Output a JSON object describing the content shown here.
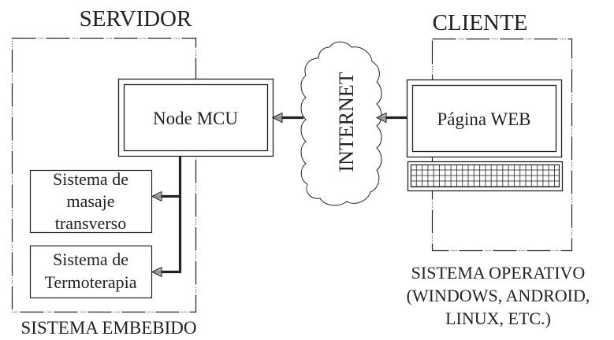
{
  "server": {
    "title": "SERVIDOR",
    "footer": "SISTEMA EMBEBIDO",
    "node": "Node MCU",
    "subsystems": [
      {
        "lines": [
          "Sistema de",
          "masaje",
          "transverso"
        ]
      },
      {
        "lines": [
          "Sistema de",
          "Termoterapia"
        ]
      }
    ]
  },
  "network": {
    "label": "INTERNET"
  },
  "client": {
    "title": "CLIENTE",
    "page": "Página WEB",
    "footer_lines": [
      "SISTEMA OPERATIVO",
      "(WINDOWS, ANDROID,",
      "LINUX, ETC.)"
    ]
  },
  "colors": {
    "line": "#222222",
    "arrow_fill": "#9a9a9a"
  }
}
